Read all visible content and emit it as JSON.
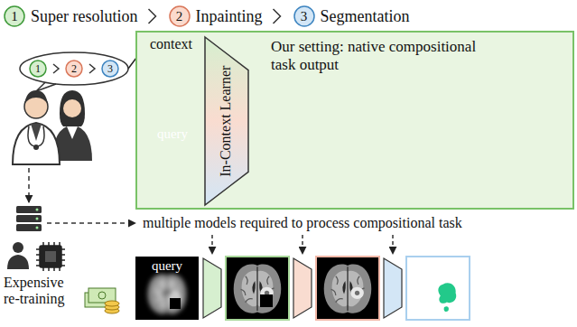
{
  "diagram": {
    "nodes": [
      {
        "text": [
          "1"
        ]
      },
      {
        "text": [
          "2"
        ]
      },
      {
        "text": [
          "3"
        ]
      },
      {
        "text": []
      },
      {
        "text": [
          "1"
        ],
        "in": 3
      },
      {
        "text": [
          "2"
        ],
        "in": 3
      },
      {
        "text": [
          "3"
        ],
        "in": 3
      },
      {
        "text": [
          "Our setting: native compositional task output"
        ]
      },
      {
        "text": [
          "In-Context Learner"
        ],
        "in": 7
      },
      {
        "text": [
          "query"
        ],
        "in": 7
      },
      {
        "text": [
          "query"
        ]
      }
    ],
    "edges": [
      {
        "from": 3,
        "to": 8,
        "label": "context",
        "arrow": "to"
      }
    ],
    "labels": [
      "Super resolution",
      "Inpainting",
      "Segmentation",
      "multiple models required to process compositional task",
      "Expensive re-training"
    ]
  }
}
